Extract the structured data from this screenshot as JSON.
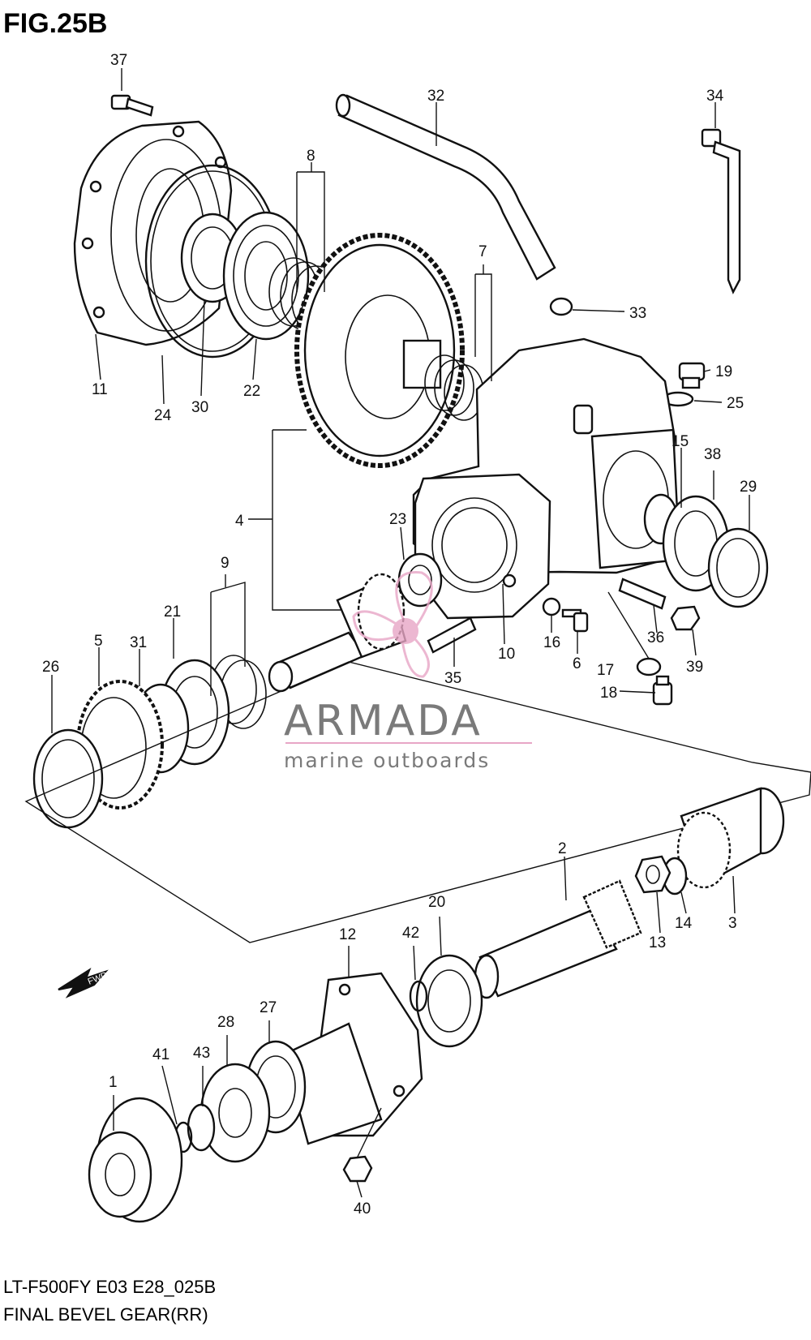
{
  "figure": {
    "title": "FIG.25B",
    "model_code": "LT-F500FY E03 E28_025B",
    "subtitle": "FINAL BEVEL GEAR(RR)"
  },
  "watermark": {
    "brand": "ARMADA",
    "tagline": "marine outboards",
    "accent_color": "#e8a6c6"
  },
  "fwd_arrow": {
    "label": "FWD"
  },
  "part_numbers": [
    "37",
    "32",
    "34",
    "8",
    "7",
    "33",
    "19",
    "25",
    "11",
    "24",
    "30",
    "22",
    "15",
    "38",
    "29",
    "4",
    "23",
    "9",
    "21",
    "31",
    "5",
    "26",
    "35",
    "10",
    "16",
    "6",
    "36",
    "39",
    "17",
    "18",
    "2",
    "3",
    "14",
    "13",
    "20",
    "42",
    "12",
    "28",
    "27",
    "43",
    "41",
    "1",
    "40"
  ]
}
